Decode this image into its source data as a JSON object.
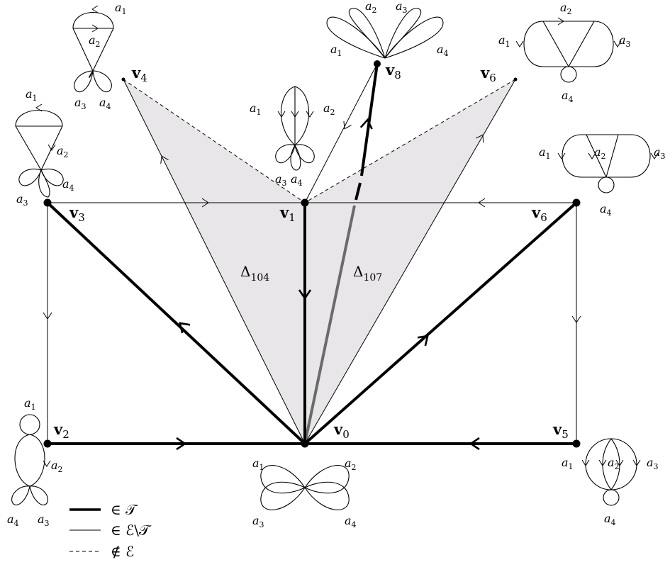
{
  "vertices": {
    "v0": {
      "name": "v",
      "sub": "0"
    },
    "v1": {
      "name": "v",
      "sub": "1"
    },
    "v2": {
      "name": "v",
      "sub": "2"
    },
    "v3": {
      "name": "v",
      "sub": "3"
    },
    "v4": {
      "name": "v",
      "sub": "4"
    },
    "v5": {
      "name": "v",
      "sub": "5"
    },
    "v6": {
      "name": "v",
      "sub": "6"
    },
    "v6b": {
      "name": "v",
      "sub": "6"
    },
    "v8": {
      "name": "v",
      "sub": "8"
    }
  },
  "triangles": {
    "t104": {
      "symbol": "Δ",
      "sub": "104"
    },
    "t107": {
      "symbol": "Δ",
      "sub": "107"
    }
  },
  "edge_labels": {
    "a1": {
      "letter": "a",
      "sub": "1"
    },
    "a2": {
      "letter": "a",
      "sub": "2"
    },
    "a3": {
      "letter": "a",
      "sub": "3"
    },
    "a4": {
      "letter": "a",
      "sub": "4"
    }
  },
  "legend": {
    "in_T": "∈ 𝒯",
    "in_E_minus_T": "∈ ℰ\\𝒯",
    "not_in_E": "∉ ℰ"
  },
  "colors": {
    "shade": "#e8e6e8",
    "gray_edge": "#6b6b6b",
    "ink": "#000000"
  }
}
